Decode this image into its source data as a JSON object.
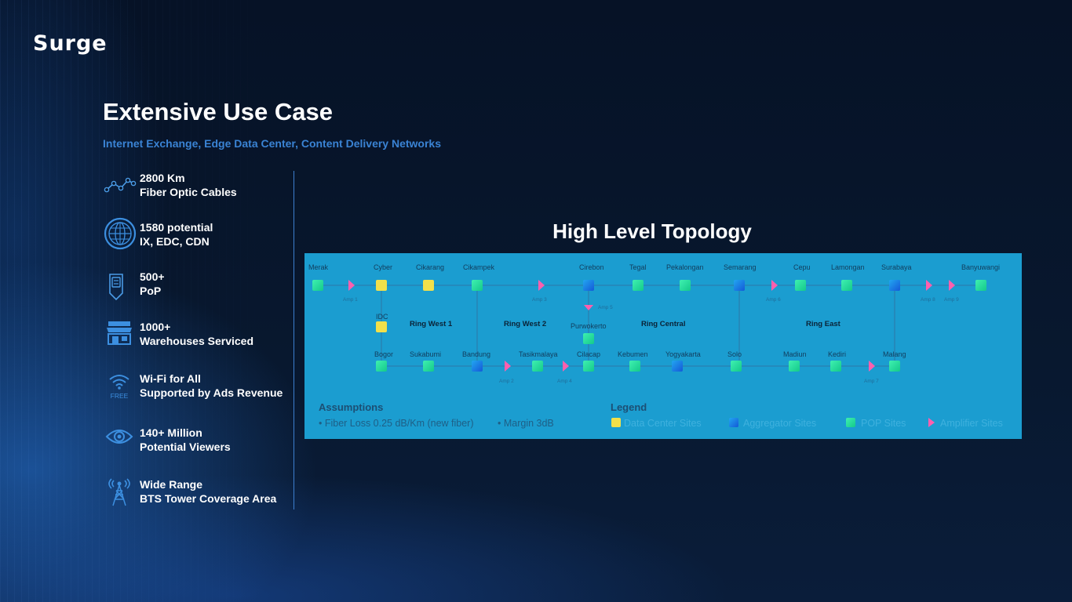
{
  "brand": {
    "logo_text": "Surge"
  },
  "header": {
    "title": "Extensive Use Case",
    "subtitle": "Internet Exchange, Edge Data Center, Content Delivery Networks"
  },
  "features": [
    {
      "icon": "network-line-icon",
      "line1": "2800 Km",
      "line2": "Fiber Optic Cables"
    },
    {
      "icon": "globe-icon",
      "line1": "1580 potential",
      "line2": "IX, EDC, CDN"
    },
    {
      "icon": "pop-location-icon",
      "line1": "500+",
      "line2": "PoP"
    },
    {
      "icon": "warehouse-icon",
      "line1": "1000+",
      "line2": "Warehouses Serviced"
    },
    {
      "icon": "wifi-free-icon",
      "icon_text": "FREE",
      "line1": "Wi-Fi for All",
      "line2": "Supported by Ads Revenue"
    },
    {
      "icon": "eye-icon",
      "line1": "140+ Million",
      "line2": "Potential Viewers"
    },
    {
      "icon": "bts-tower-icon",
      "line1": "Wide Range",
      "line2": "BTS Tower Coverage Area"
    }
  ],
  "topology": {
    "title": "High Level Topology",
    "colors": {
      "background": "#1b9dd0",
      "data_center": "#f2e04a",
      "aggregator": "#1a7fe6",
      "pop": "#2fe6a0",
      "amplifier": "#ff5fae",
      "line": "#2a7fb0"
    },
    "nodes_top": {
      "merak": "Merak",
      "cyber": "Cyber",
      "cikarang": "Cikarang",
      "cikampek": "Cikampek",
      "cirebon": "Cirebon",
      "tegal": "Tegal",
      "pekalongan": "Pekalongan",
      "semarang": "Semarang",
      "cepu": "Cepu",
      "lamongan": "Lamongan",
      "surabaya": "Surabaya",
      "banyuwangi": "Banyuwangi"
    },
    "nodes_mid": {
      "idc": "IDC",
      "purwokerto": "Purwokerto"
    },
    "nodes_bottom": {
      "bogor": "Bogor",
      "sukabumi": "Sukabumi",
      "bandung": "Bandung",
      "tasikmalaya": "Tasikmalaya",
      "cilacap": "Cilacap",
      "kebumen": "Kebumen",
      "yogyakarta": "Yogyakarta",
      "solo": "Solo",
      "madiun": "Madiun",
      "kediri": "Kediri",
      "malang": "Malang"
    },
    "amps": {
      "amp1": "Amp 1",
      "amp2": "Amp 2",
      "amp3": "Amp 3",
      "amp4": "Amp 4",
      "amp5": "Amp 5",
      "amp6": "Amp 6",
      "amp7": "Amp 7",
      "amp8": "Amp 8",
      "amp9": "Amp 9"
    },
    "rings": {
      "ring_west_1": "Ring West 1",
      "ring_west_2": "Ring West 2",
      "ring_central": "Ring Central",
      "ring_east": "Ring East"
    },
    "assumptions": {
      "heading": "Assumptions",
      "item1": "• Fiber Loss 0.25 dB/Km (new fiber)",
      "item2": "• Margin 3dB"
    },
    "legend": {
      "heading": "Legend",
      "data_center": "Data Center Sites",
      "aggregator": "Aggregator Sites",
      "pop": "POP Sites",
      "amplifier": "Amplifier Sites"
    }
  }
}
